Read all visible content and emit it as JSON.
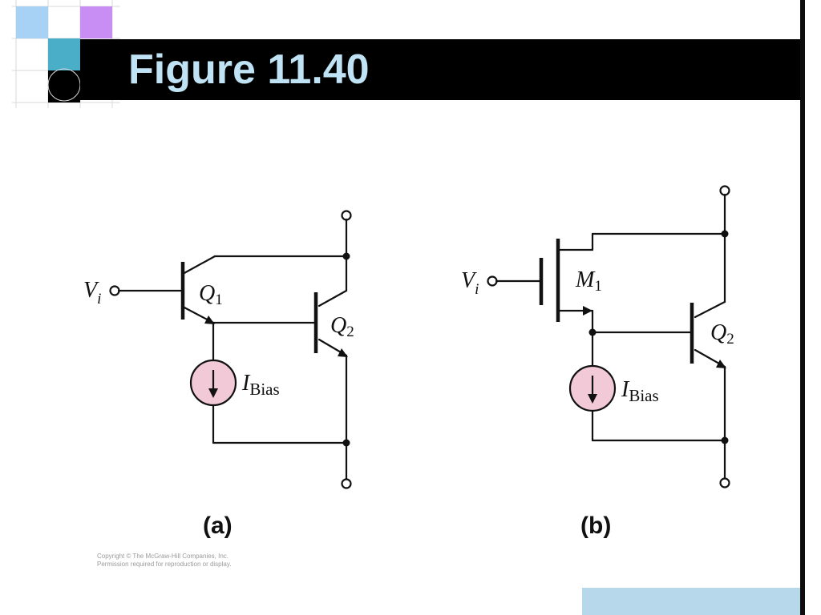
{
  "slide": {
    "title": "Figure 11.40",
    "copyright_line1": "Copyright © The McGraw-Hill Companies, Inc.",
    "copyright_line2": "Permission required for reproduction or display."
  },
  "colors": {
    "title_bar": "#000000",
    "title_text": "#bfe3f4",
    "current_source_fill": "#f2c9d6",
    "deco_light_blue": "#a7d2f6",
    "deco_teal": "#4aaec9",
    "deco_purple": "#c98ef3",
    "bottom_box": "#b7d7ea"
  },
  "circuit_a": {
    "caption": "(a)",
    "input_label": "V",
    "input_sub": "i",
    "q1_label": "Q",
    "q1_sub": "1",
    "q2_label": "Q",
    "q2_sub": "2",
    "bias_label": "I",
    "bias_sub": "Bias"
  },
  "circuit_b": {
    "caption": "(b)",
    "input_label": "V",
    "input_sub": "i",
    "m1_label": "M",
    "m1_sub": "1",
    "q2_label": "Q",
    "q2_sub": "2",
    "bias_label": "I",
    "bias_sub": "Bias"
  }
}
